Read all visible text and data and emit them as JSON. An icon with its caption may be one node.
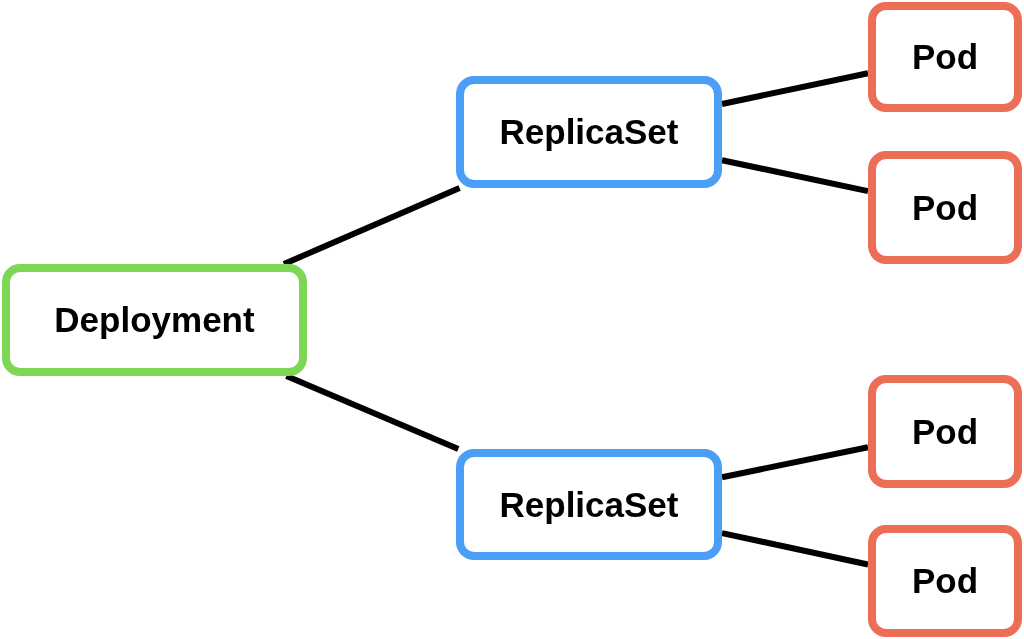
{
  "diagram": {
    "nodes": [
      {
        "text": [
          "Deployment"
        ]
      },
      {
        "text": [
          "ReplicaSet"
        ]
      },
      {
        "text": [
          "Pod"
        ]
      },
      {
        "text": [
          "Pod"
        ]
      },
      {
        "text": [
          "ReplicaSet"
        ]
      },
      {
        "text": [
          "Pod"
        ]
      },
      {
        "text": [
          "Pod"
        ]
      }
    ],
    "edges": [
      {
        "from": 0,
        "to": 1,
        "arrow": "none"
      },
      {
        "from": 1,
        "to": 2,
        "arrow": "none"
      },
      {
        "from": 1,
        "to": 3,
        "arrow": "none"
      },
      {
        "from": 0,
        "to": 4,
        "arrow": "none"
      },
      {
        "from": 4,
        "to": 5,
        "arrow": "none"
      },
      {
        "from": 4,
        "to": 6,
        "arrow": "none"
      }
    ]
  }
}
